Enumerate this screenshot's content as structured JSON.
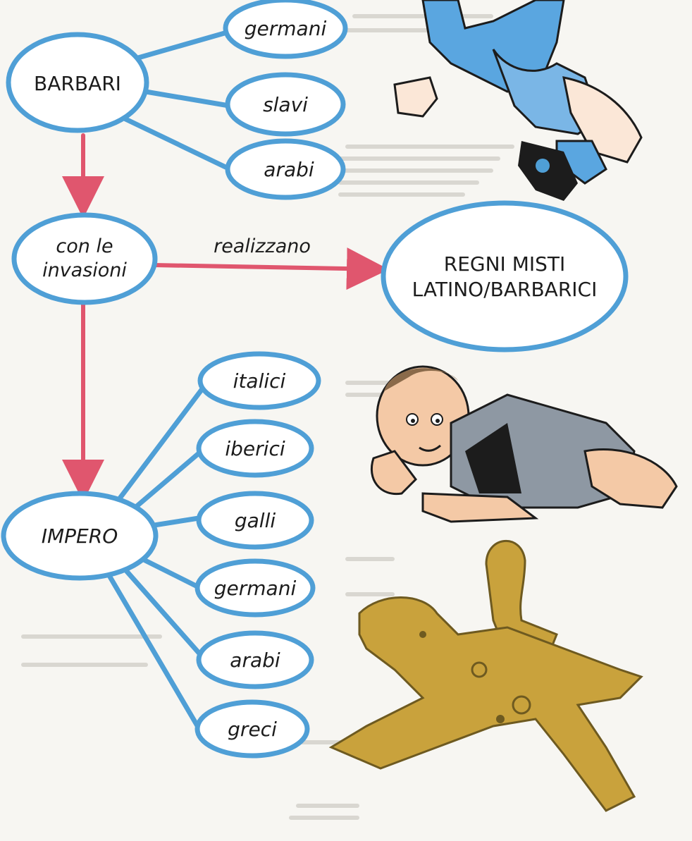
{
  "colors": {
    "bubble_stroke": "#4f9fd6",
    "bubble_fill": "#ffffff",
    "arrow": "#e0566e",
    "text": "#1c1c1c",
    "page_bg": "#f7f6f2"
  },
  "nodes": {
    "barbari": "BARBARI",
    "barbari_children": [
      "germani",
      "slavi",
      "arabi"
    ],
    "invasioni_line1": "con le",
    "invasioni_line2": "invasioni",
    "regni_line1": "REGNI MISTI",
    "regni_line2": "LATINO/BARBARICI",
    "impero": "IMPERO",
    "impero_children": [
      "italici",
      "iberici",
      "galli",
      "germani",
      "arabi",
      "greci"
    ]
  },
  "edges": {
    "realizzano": "realizzano"
  },
  "illustrations": [
    {
      "name": "sitting-boy-illustration"
    },
    {
      "name": "lying-boy-illustration"
    },
    {
      "name": "horse-rider-artifact"
    }
  ]
}
